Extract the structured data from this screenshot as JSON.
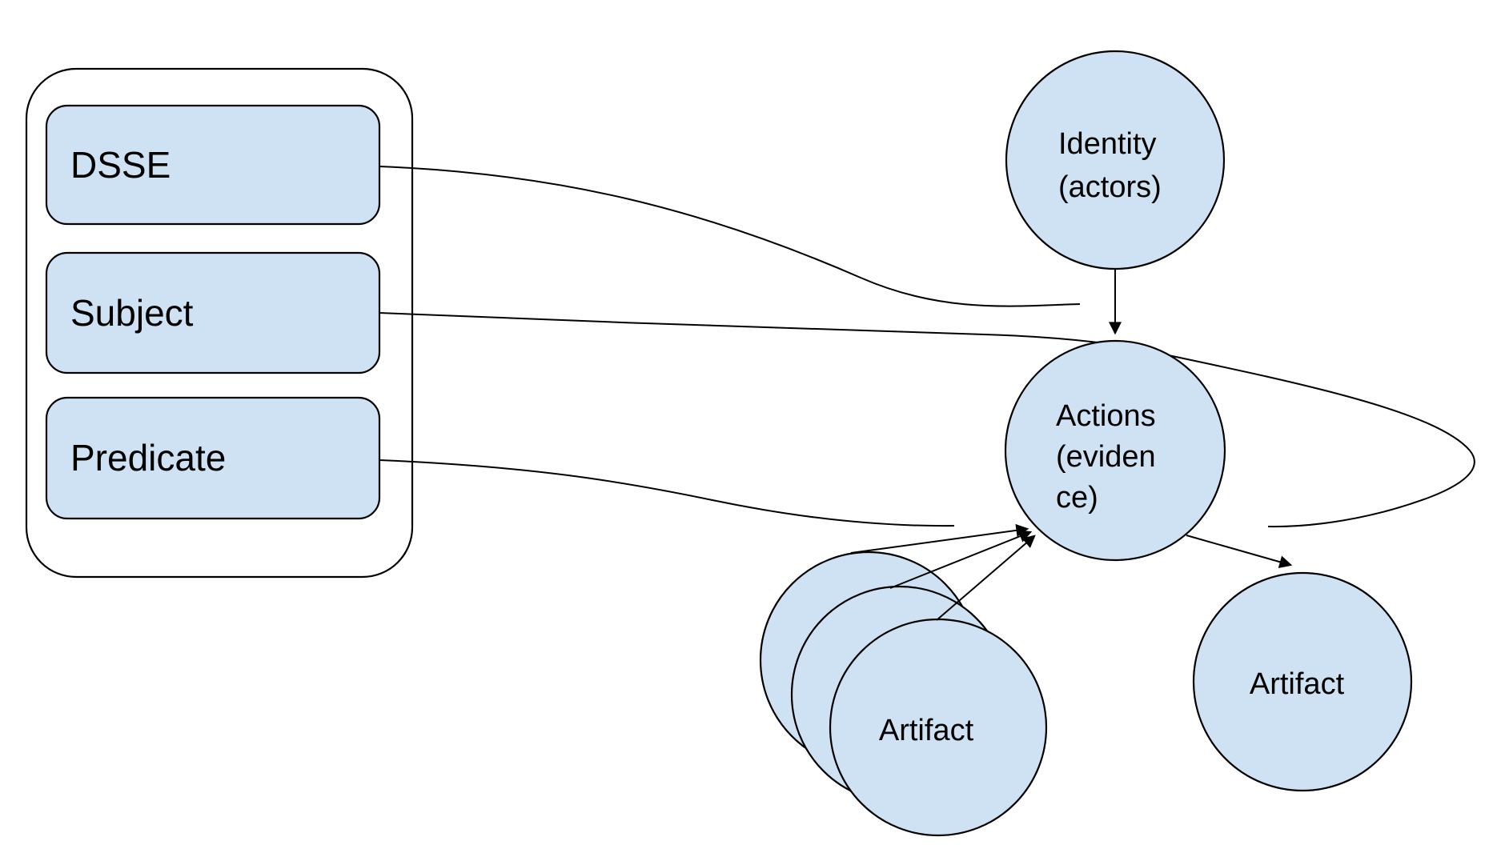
{
  "theme": {
    "background": "#ffffff",
    "node_fill": "#cfe2f3",
    "stroke": "#000000",
    "text_color": "#000000"
  },
  "envelope": {
    "items": [
      {
        "label": "DSSE"
      },
      {
        "label": "Subject"
      },
      {
        "label": "Predicate"
      }
    ]
  },
  "nodes": {
    "identity": {
      "lines": [
        "Identity",
        "(actors)"
      ]
    },
    "actions": {
      "lines": [
        "Actions",
        "(eviden",
        "ce)"
      ]
    },
    "artifact_stack": {
      "label": "Artifact"
    },
    "artifact_right": {
      "label": "Artifact"
    }
  }
}
